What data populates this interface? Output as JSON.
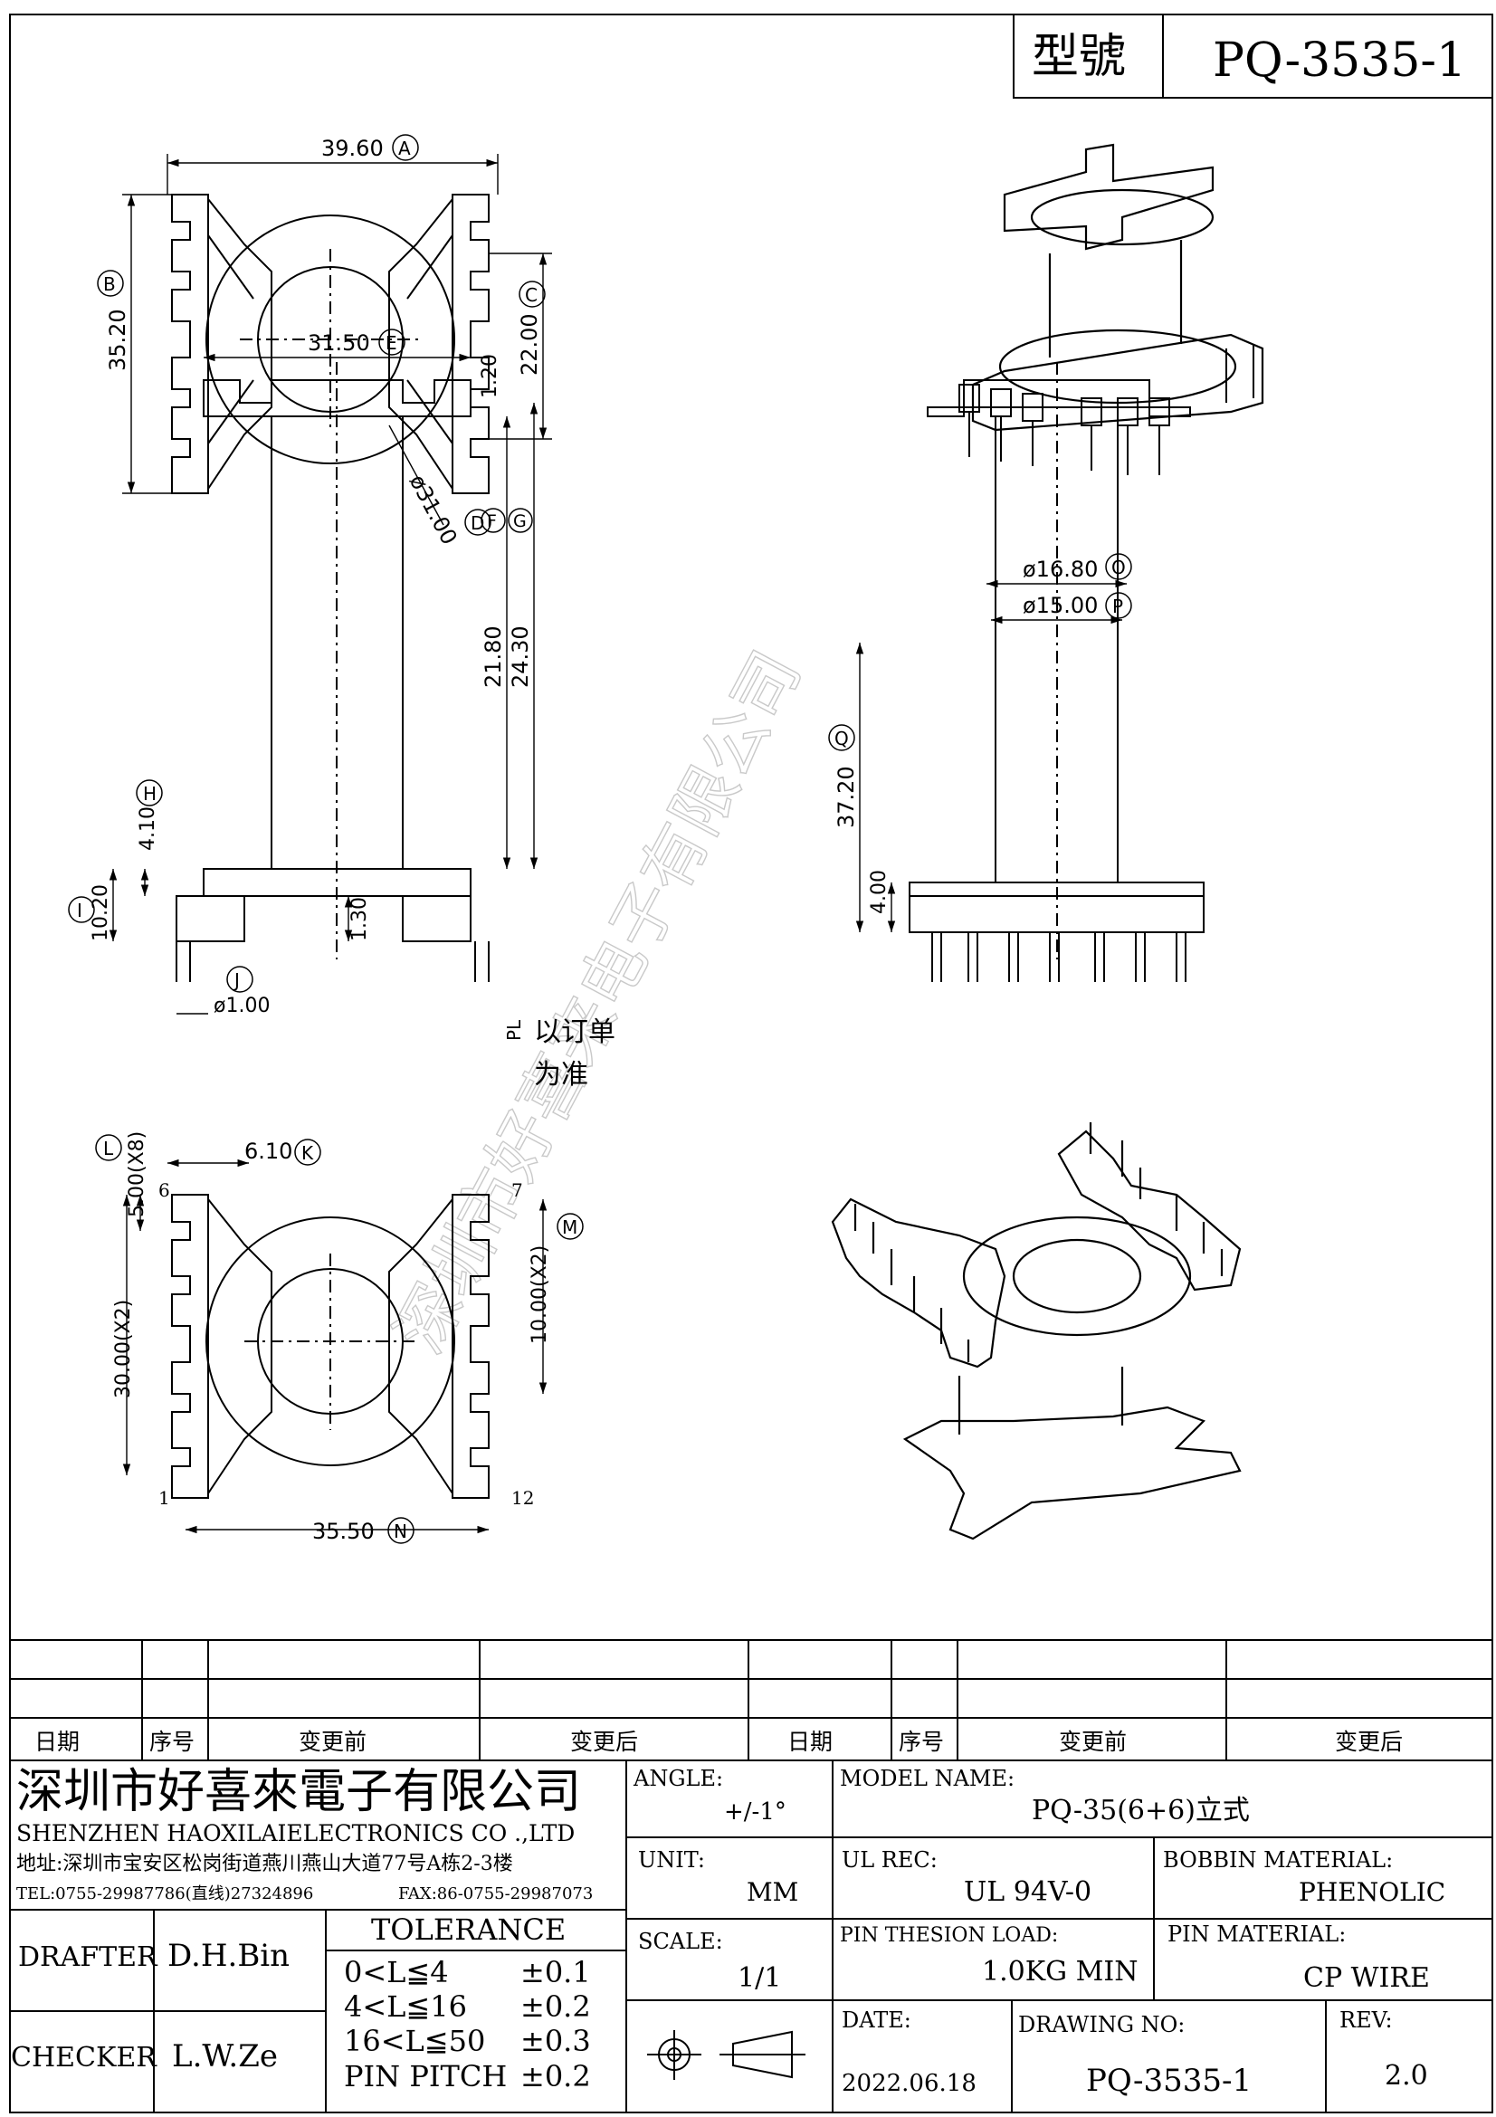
{
  "header": {
    "type_label": "型號",
    "part_no": "PQ-3535-1"
  },
  "dims": {
    "A": {
      "value": "39.60",
      "tag": "A"
    },
    "B": {
      "value": "35.20",
      "tag": "B"
    },
    "C": {
      "value": "22.00",
      "tag": "C"
    },
    "D": {
      "value": "ø31.00",
      "tag": "D"
    },
    "E": {
      "value": "31.50",
      "tag": "E"
    },
    "F": {
      "value": "21.80",
      "tag": "F"
    },
    "G": {
      "value": "24.30",
      "tag": "G"
    },
    "H": {
      "value": "4.10",
      "tag": "H"
    },
    "I": {
      "value": "10.20",
      "tag": "I"
    },
    "J": {
      "value": "ø1.00",
      "tag": "J"
    },
    "K": {
      "value": "6.10",
      "tag": "K"
    },
    "L": {
      "value": "5.00(X8)",
      "tag": "L"
    },
    "M": {
      "value": "10.00(X2)",
      "tag": "M"
    },
    "N": {
      "value": "35.50",
      "tag": "N"
    },
    "O": {
      "value": "ø16.80",
      "tag": "O"
    },
    "P": {
      "value": "ø15.00",
      "tag": "P"
    },
    "Q": {
      "value": "37.20",
      "tag": "Q"
    },
    "top_flange": "1.20",
    "base_gap": "1.30",
    "base_h": "4.00",
    "pitch_total": "30.00(X2)"
  },
  "pin_labels": {
    "p1": "1",
    "p6": "6",
    "p7": "7",
    "p12": "12"
  },
  "pl_note": {
    "pl": "PL",
    "line1": "以订单",
    "line2": "为准"
  },
  "watermark": "深圳市好喜来电子有限公司",
  "revision": {
    "col_date": "日期",
    "col_seq": "序号",
    "col_before": "变更前",
    "col_after": "变更后",
    "col_date2": "日期",
    "col_seq2": "序号",
    "col_before2": "变更前",
    "col_after2": "变更后"
  },
  "company": {
    "name_cn": "深圳市好喜來電子有限公司",
    "name_en": "SHENZHEN  HAOXILAIELECTRONICS  CO  .,LTD",
    "address": "地址:深圳市宝安区松岗街道燕川燕山大道77号A栋2-3楼",
    "tel": "TEL:0755-29987786(直线)27324896",
    "fax": "FAX:86-0755-29987073"
  },
  "title_block": {
    "angle_label": "ANGLE:",
    "angle_value": "+/-1°",
    "model_label": "MODEL NAME:",
    "model_value": "PQ-35(6+6)立式",
    "unit_label": "UNIT:",
    "unit_value": "MM",
    "ul_label": "UL REC:",
    "ul_value": "UL 94V-0",
    "bobbin_label": "BOBBIN MATERIAL:",
    "bobbin_value": "PHENOLIC",
    "scale_label": "SCALE:",
    "scale_value": "1/1",
    "load_label": "PIN THESION LOAD:",
    "load_value": "1.0KG MIN",
    "pinmat_label": "PIN MATERIAL:",
    "pinmat_value": "CP   WIRE",
    "date_label": "DATE:",
    "date_value": "2022.06.18",
    "drawing_label": "DRAWING NO:",
    "drawing_value": "PQ-3535-1",
    "rev_label": "REV:",
    "rev_value": "2.0",
    "drafter_label": "DRAFTER",
    "drafter_value": "D.H.Bin",
    "checker_label": "CHECKER",
    "checker_value": "L.W.Ze"
  },
  "tolerance": {
    "title": "TOLERANCE",
    "rows": [
      {
        "range": "0<L≦4",
        "tol": "±0.1"
      },
      {
        "range": "4<L≦16",
        "tol": "±0.2"
      },
      {
        "range": "16<L≦50",
        "tol": "±0.3"
      },
      {
        "range": "PIN PITCH",
        "tol": "±0.2"
      }
    ]
  }
}
